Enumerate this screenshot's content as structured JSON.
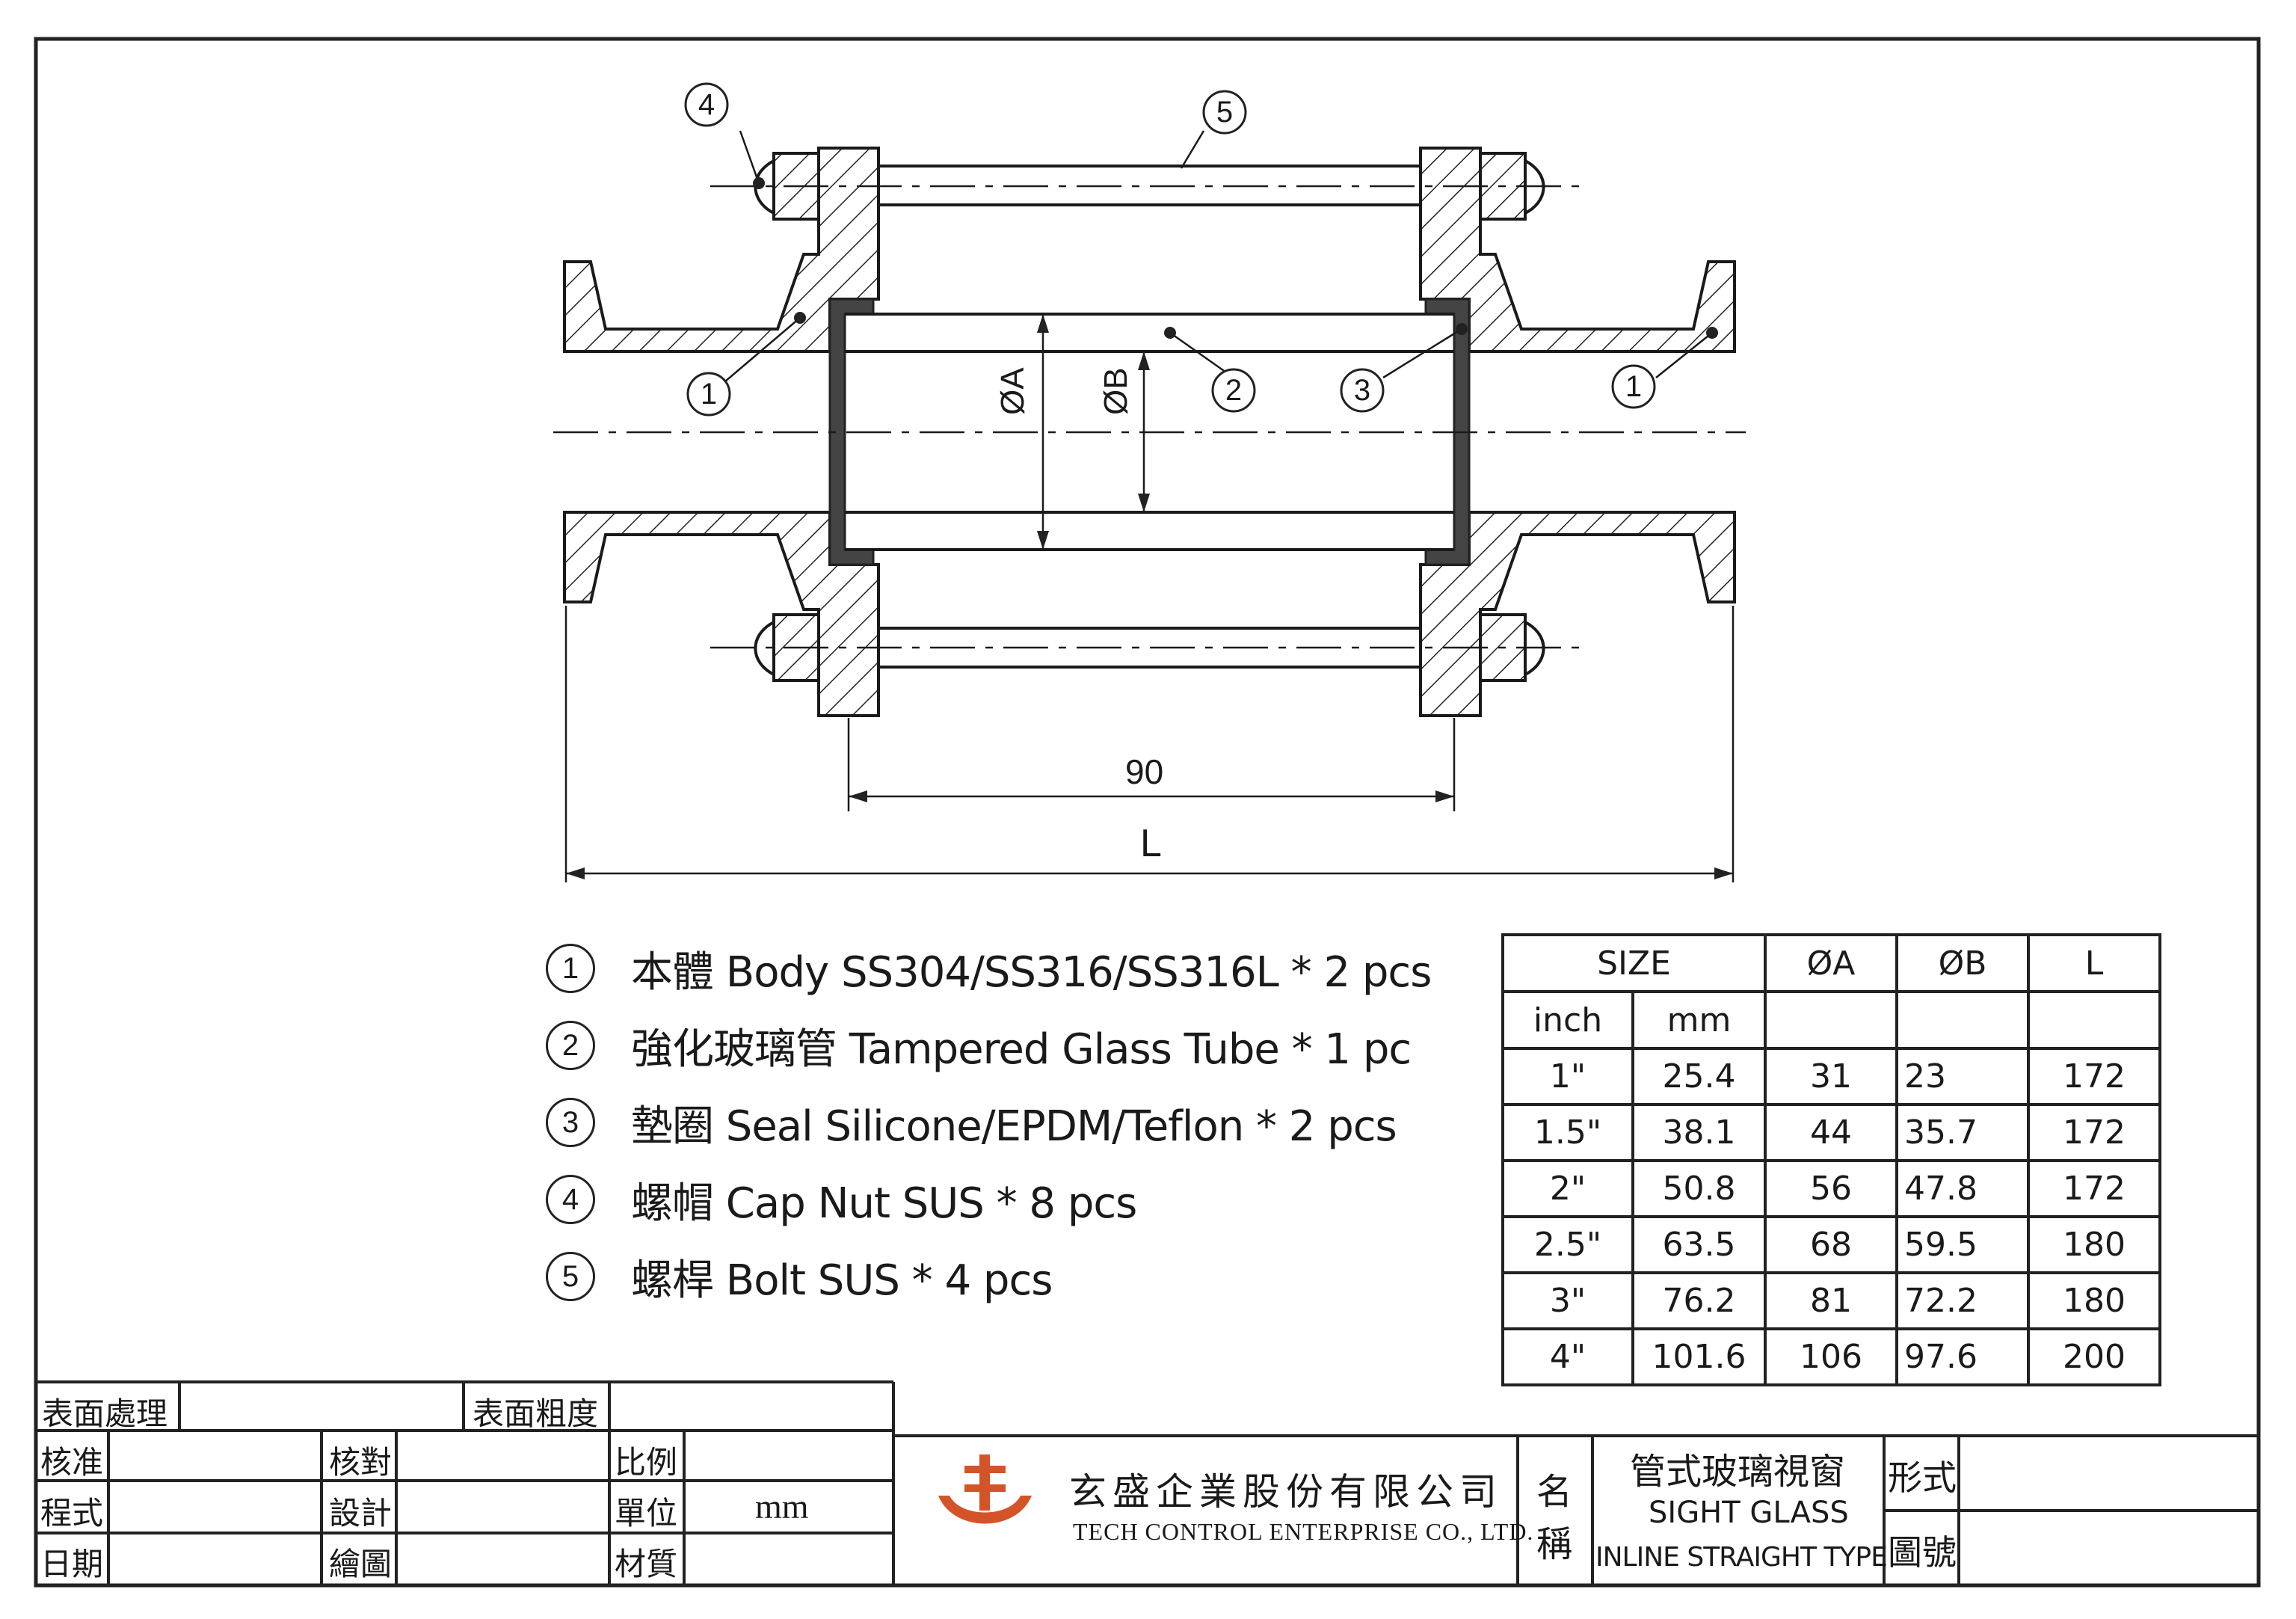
{
  "drawing": {
    "balloons": {
      "body": "1",
      "glass_tube": "2",
      "seal": "3",
      "cap_nut": "4",
      "bolt": "5"
    },
    "dims": {
      "dia_a": "ØA",
      "dia_b": "ØB",
      "gap": "90",
      "length": "L"
    }
  },
  "parts": [
    {
      "num": "1",
      "text": "本體 Body  SS304/SS316/SS316L  * 2 pcs"
    },
    {
      "num": "2",
      "text": "強化玻璃管 Tampered Glass Tube  * 1 pc"
    },
    {
      "num": "3",
      "text": "墊圈 Seal  Silicone/EPDM/Teflon * 2 pcs"
    },
    {
      "num": "4",
      "text": "螺帽 Cap Nut  SUS  * 8 pcs"
    },
    {
      "num": "5",
      "text": "螺桿 Bolt  SUS * 4 pcs"
    }
  ],
  "spec_table": {
    "headers": {
      "size": "SIZE",
      "a": "ØA",
      "b": "ØB",
      "l": "L"
    },
    "sub_headers": {
      "inch": "inch",
      "mm": "mm"
    },
    "rows": [
      {
        "inch": "1\"",
        "mm": "25.4",
        "a": "31",
        "b": "23",
        "l": "172"
      },
      {
        "inch": "1.5\"",
        "mm": "38.1",
        "a": "44",
        "b": "35.7",
        "l": "172"
      },
      {
        "inch": "2\"",
        "mm": "50.8",
        "a": "56",
        "b": "47.8",
        "l": "172"
      },
      {
        "inch": "2.5\"",
        "mm": "63.5",
        "a": "68",
        "b": "59.5",
        "l": "180"
      },
      {
        "inch": "3\"",
        "mm": "76.2",
        "a": "81",
        "b": "72.2",
        "l": "180"
      },
      {
        "inch": "4\"",
        "mm": "101.6",
        "a": "106",
        "b": "97.6",
        "l": "200"
      }
    ]
  },
  "title_block": {
    "surface_treatment": "表面處理",
    "surface_roughness": "表面粗度",
    "approved": "核准",
    "checked": "核對",
    "scale": "比例",
    "process": "程式",
    "designed": "設計",
    "unit": "單位",
    "unit_value": "mm",
    "date": "日期",
    "drawn": "繪圖",
    "material": "材質",
    "company_zh": "玄盛企業股份有限公司",
    "company_en": "TECH CONTROL ENTERPRISE CO., LTD.",
    "name_label_1": "名",
    "name_label_2": "稱",
    "product_zh": "管式玻璃視窗",
    "product_en_1": "SIGHT GLASS",
    "product_en_2": "INLINE STRAIGHT TYPE",
    "form": "形式",
    "drawing_no": "圖號"
  },
  "colors": {
    "ink": "#1a1a1a",
    "seal": "#444444",
    "logo": "#d4542a"
  }
}
